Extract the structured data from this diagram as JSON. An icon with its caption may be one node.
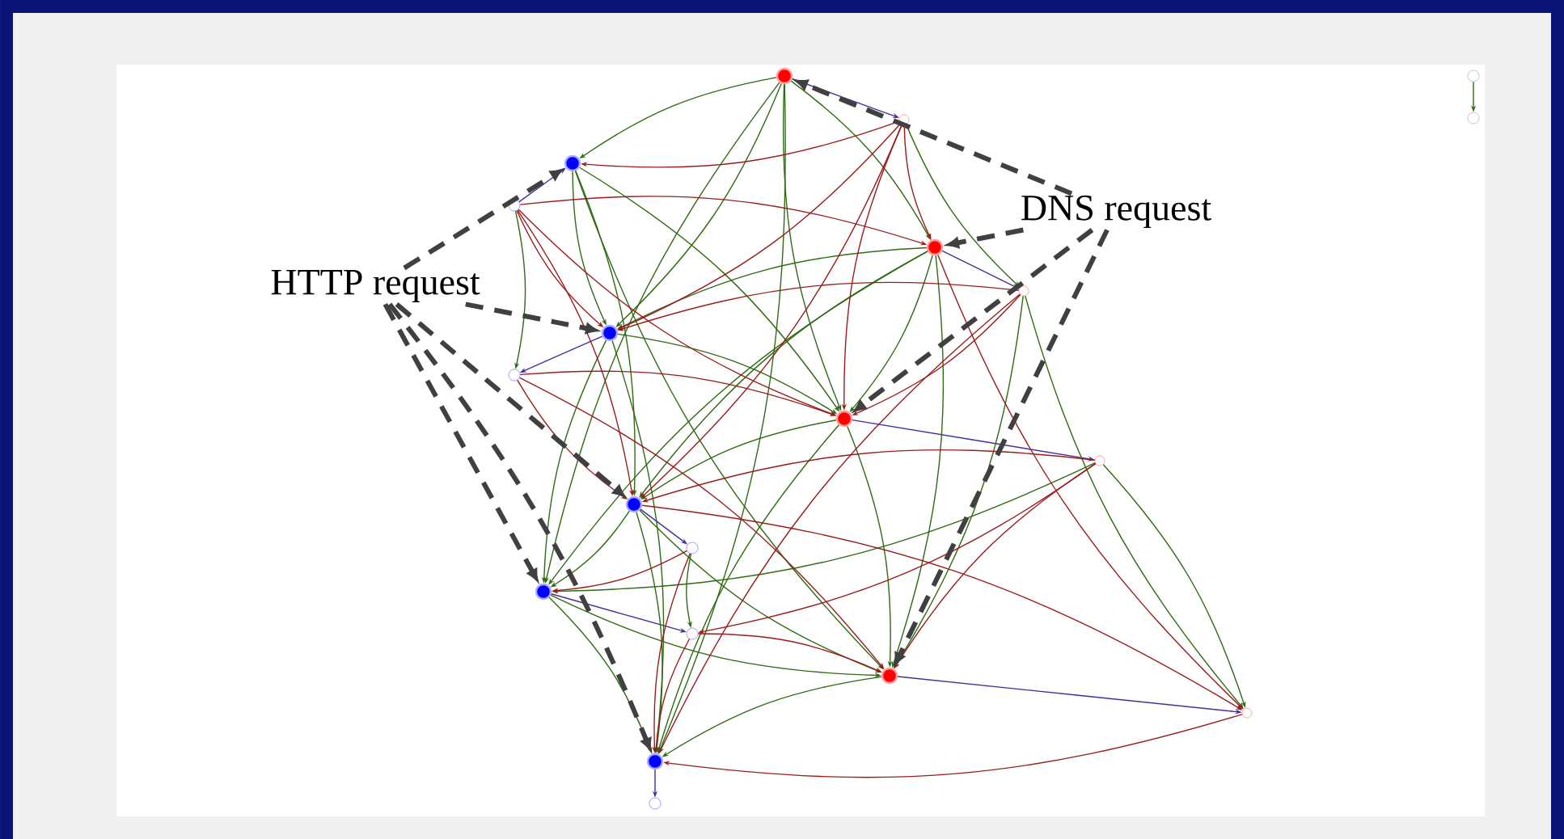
{
  "diagram": {
    "nodes": [
      {
        "text": [
          "HTTP request"
        ]
      },
      {
        "text": [
          "DNS request"
        ]
      },
      {
        "text": [],
        "shape": "circle"
      },
      {
        "text": [],
        "shape": "circle"
      },
      {
        "text": [],
        "shape": "circle"
      },
      {
        "text": [],
        "shape": "circle"
      },
      {
        "text": [],
        "shape": "circle"
      },
      {
        "text": [],
        "shape": "circle"
      },
      {
        "text": [],
        "shape": "circle"
      },
      {
        "text": [],
        "shape": "circle"
      },
      {
        "text": [],
        "shape": "circle"
      },
      {
        "text": [],
        "shape": "circle"
      },
      {
        "text": [],
        "shape": "circle"
      },
      {
        "text": [],
        "shape": "circle"
      },
      {
        "text": [],
        "shape": "circle"
      },
      {
        "text": [],
        "shape": "circle"
      },
      {
        "text": [],
        "shape": "circle"
      },
      {
        "text": [],
        "shape": "circle"
      },
      {
        "text": [],
        "shape": "circle"
      },
      {
        "text": [],
        "shape": "circle"
      },
      {
        "text": [],
        "shape": "circle"
      },
      {
        "text": [],
        "shape": "circle"
      }
    ],
    "edges": [
      {
        "from": 0,
        "to": 4,
        "arrow": "to",
        "style": "dashed",
        "color": "#404040"
      },
      {
        "from": 0,
        "to": 8,
        "arrow": "to",
        "style": "dashed",
        "color": "#404040"
      },
      {
        "from": 0,
        "to": 12,
        "arrow": "to",
        "style": "dashed",
        "color": "#404040"
      },
      {
        "from": 0,
        "to": 14,
        "arrow": "to",
        "style": "dashed",
        "color": "#404040"
      },
      {
        "from": 0,
        "to": 18,
        "arrow": "to",
        "style": "dashed",
        "color": "#404040"
      },
      {
        "from": 1,
        "to": 2,
        "arrow": "to",
        "style": "dashed",
        "color": "#404040"
      },
      {
        "from": 1,
        "to": 6,
        "arrow": "to",
        "style": "dashed",
        "color": "#404040"
      },
      {
        "from": 1,
        "to": 10,
        "arrow": "to",
        "style": "dashed",
        "color": "#404040"
      },
      {
        "from": 1,
        "to": 16,
        "arrow": "to",
        "style": "dashed",
        "color": "#404040"
      },
      {
        "from": 2,
        "to": 3,
        "arrow": "to",
        "color": "#4b2a9b"
      },
      {
        "from": 5,
        "to": 4,
        "arrow": "to",
        "color": "#4b2a9b"
      },
      {
        "from": 6,
        "to": 7,
        "arrow": "to",
        "color": "#4b2a9b"
      },
      {
        "from": 8,
        "to": 9,
        "arrow": "to",
        "color": "#4b2a9b"
      },
      {
        "from": 10,
        "to": 11,
        "arrow": "to",
        "color": "#4b2a9b"
      },
      {
        "from": 12,
        "to": 13,
        "arrow": "to",
        "color": "#4b2a9b"
      },
      {
        "from": 14,
        "to": 15,
        "arrow": "to",
        "color": "#4b2a9b"
      },
      {
        "from": 16,
        "to": 17,
        "arrow": "to",
        "color": "#4b2a9b"
      },
      {
        "from": 18,
        "to": 19,
        "arrow": "to",
        "color": "#4b2a9b"
      },
      {
        "from": 2,
        "to": 4,
        "arrow": "to"
      },
      {
        "from": 2,
        "to": 6,
        "arrow": "to"
      },
      {
        "from": 2,
        "to": 10,
        "arrow": "to"
      },
      {
        "from": 2,
        "to": 8,
        "arrow": "to"
      },
      {
        "from": 2,
        "to": 14,
        "arrow": "to"
      },
      {
        "from": 2,
        "to": 18,
        "arrow": "to"
      },
      {
        "from": 4,
        "to": 8,
        "arrow": "to"
      },
      {
        "from": 4,
        "to": 10,
        "arrow": "to"
      },
      {
        "from": 4,
        "to": 16,
        "arrow": "to"
      },
      {
        "from": 4,
        "to": 12,
        "arrow": "to"
      },
      {
        "from": 6,
        "to": 8,
        "arrow": "to"
      },
      {
        "from": 6,
        "to": 10,
        "arrow": "to"
      },
      {
        "from": 6,
        "to": 12,
        "arrow": "to"
      },
      {
        "from": 6,
        "to": 16,
        "arrow": "to"
      },
      {
        "from": 6,
        "to": 14,
        "arrow": "to"
      },
      {
        "from": 8,
        "to": 10,
        "arrow": "to"
      },
      {
        "from": 8,
        "to": 14,
        "arrow": "to"
      },
      {
        "from": 8,
        "to": 18,
        "arrow": "to"
      },
      {
        "from": 10,
        "to": 12,
        "arrow": "to"
      },
      {
        "from": 10,
        "to": 16,
        "arrow": "to"
      },
      {
        "from": 10,
        "to": 18,
        "arrow": "to"
      },
      {
        "from": 12,
        "to": 14,
        "arrow": "to"
      },
      {
        "from": 12,
        "to": 16,
        "arrow": "to"
      },
      {
        "from": 12,
        "to": 18,
        "arrow": "to"
      },
      {
        "from": 14,
        "to": 16,
        "arrow": "to"
      },
      {
        "from": 14,
        "to": 18,
        "arrow": "to"
      },
      {
        "from": 16,
        "to": 18,
        "arrow": "to"
      },
      {
        "from": 7,
        "to": 16,
        "arrow": "to"
      },
      {
        "from": 7,
        "to": 17,
        "arrow": "to"
      },
      {
        "from": 11,
        "to": 14,
        "arrow": "to"
      },
      {
        "from": 3,
        "to": 7,
        "arrow": "to"
      },
      {
        "from": 5,
        "to": 9,
        "arrow": "to"
      },
      {
        "from": 13,
        "to": 15,
        "arrow": "to"
      },
      {
        "from": 11,
        "to": 17,
        "arrow": "to"
      },
      {
        "from": 20,
        "to": 21,
        "arrow": "to"
      },
      {
        "from": 3,
        "to": 4,
        "arrow": "to",
        "color": "#9b1c1c"
      },
      {
        "from": 3,
        "to": 6,
        "arrow": "to",
        "color": "#9b1c1c"
      },
      {
        "from": 3,
        "to": 8,
        "arrow": "to",
        "color": "#9b1c1c"
      },
      {
        "from": 3,
        "to": 10,
        "arrow": "to",
        "color": "#9b1c1c"
      },
      {
        "from": 3,
        "to": 12,
        "arrow": "to",
        "color": "#9b1c1c"
      },
      {
        "from": 5,
        "to": 8,
        "arrow": "to",
        "color": "#9b1c1c"
      },
      {
        "from": 5,
        "to": 6,
        "arrow": "to",
        "color": "#9b1c1c"
      },
      {
        "from": 5,
        "to": 10,
        "arrow": "to",
        "color": "#9b1c1c"
      },
      {
        "from": 5,
        "to": 12,
        "arrow": "to",
        "color": "#9b1c1c"
      },
      {
        "from": 7,
        "to": 8,
        "arrow": "to",
        "color": "#9b1c1c"
      },
      {
        "from": 7,
        "to": 10,
        "arrow": "to",
        "color": "#9b1c1c"
      },
      {
        "from": 7,
        "to": 18,
        "arrow": "to",
        "color": "#9b1c1c"
      },
      {
        "from": 9,
        "to": 10,
        "arrow": "to",
        "color": "#9b1c1c"
      },
      {
        "from": 9,
        "to": 12,
        "arrow": "to",
        "color": "#9b1c1c"
      },
      {
        "from": 9,
        "to": 16,
        "arrow": "to",
        "color": "#9b1c1c"
      },
      {
        "from": 11,
        "to": 12,
        "arrow": "to",
        "color": "#9b1c1c"
      },
      {
        "from": 11,
        "to": 15,
        "arrow": "to",
        "color": "#9b1c1c"
      },
      {
        "from": 11,
        "to": 16,
        "arrow": "to",
        "color": "#9b1c1c"
      },
      {
        "from": 13,
        "to": 14,
        "arrow": "to",
        "color": "#9b1c1c"
      },
      {
        "from": 13,
        "to": 18,
        "arrow": "to",
        "color": "#9b1c1c"
      },
      {
        "from": 15,
        "to": 16,
        "arrow": "to",
        "color": "#9b1c1c"
      },
      {
        "from": 15,
        "to": 18,
        "arrow": "to",
        "color": "#9b1c1c"
      },
      {
        "from": 17,
        "to": 18,
        "arrow": "to",
        "color": "#9b1c1c"
      },
      {
        "from": 6,
        "to": 17,
        "arrow": "to",
        "color": "#9b1c1c"
      },
      {
        "from": 12,
        "to": 17,
        "arrow": "to",
        "color": "#9b1c1c"
      }
    ]
  }
}
